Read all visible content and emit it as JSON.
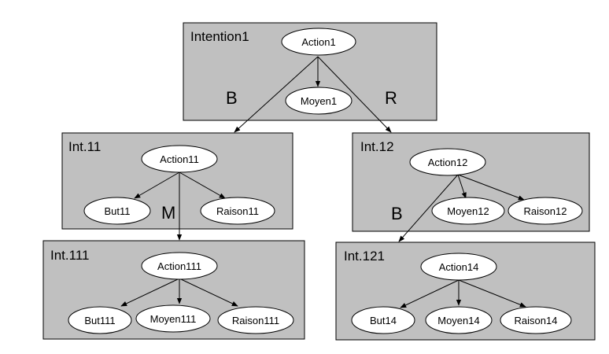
{
  "boxes": {
    "intention1": {
      "title": "Intention1"
    },
    "int11": {
      "title": "Int.11"
    },
    "int12": {
      "title": "Int.12"
    },
    "int111": {
      "title": "Int.111"
    },
    "int121": {
      "title": "Int.121"
    }
  },
  "nodes": {
    "action1": "Action1",
    "moyen1": "Moyen1",
    "action11": "Action11",
    "but11": "But11",
    "raison11": "Raison11",
    "action12": "Action12",
    "moyen12": "Moyen12",
    "raison12": "Raison12",
    "action111": "Action111",
    "but111": "But111",
    "moyen111": "Moyen111",
    "raison111": "Raison111",
    "action14": "Action14",
    "but14": "But14",
    "moyen14": "Moyen14",
    "raison14": "Raison14"
  },
  "edge_labels": {
    "b_top": "B",
    "r_top": "R",
    "m_int11": "M",
    "b_int12": "B"
  },
  "colors": {
    "box_fill": "#c0c0c0",
    "node_fill": "#ffffff",
    "stroke": "#000000"
  }
}
